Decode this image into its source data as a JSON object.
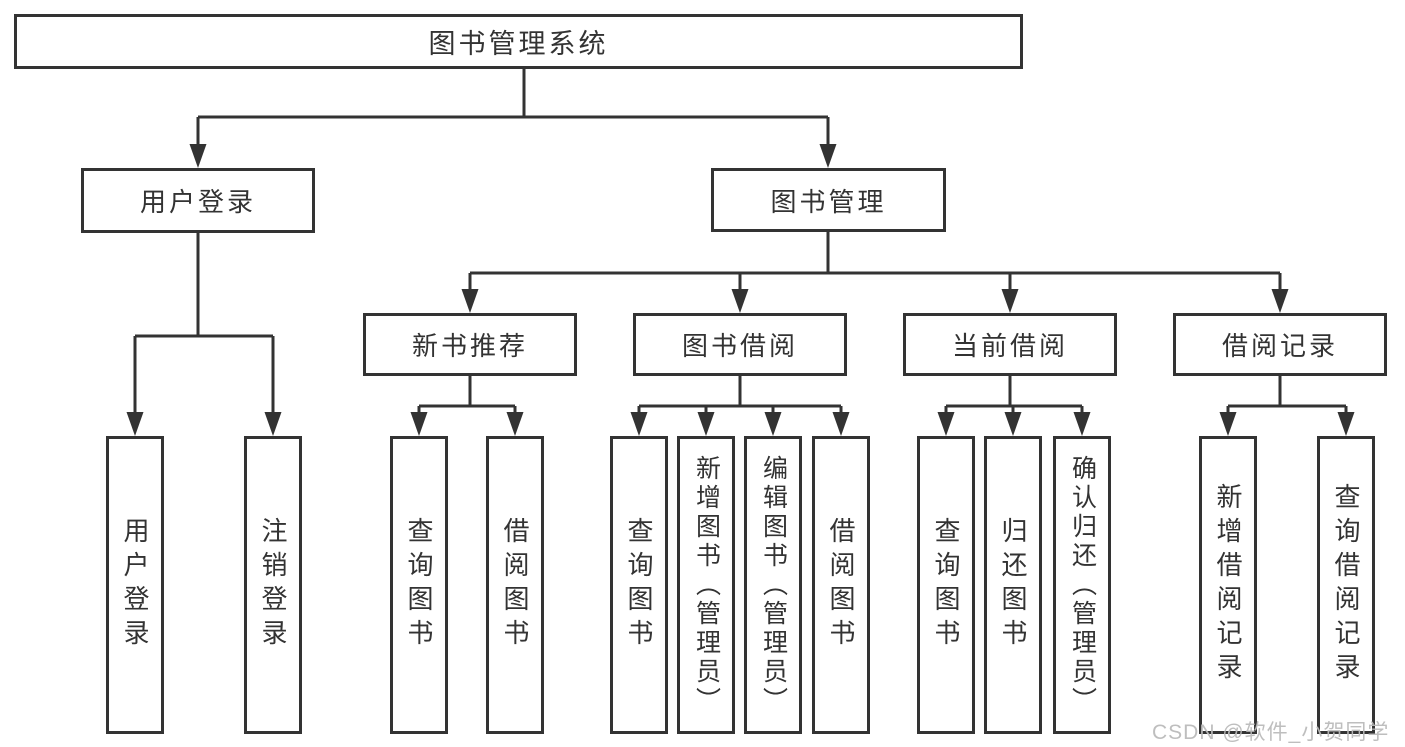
{
  "diagram": {
    "root": {
      "label": "图书管理系统"
    },
    "branches": [
      {
        "label": "用户登录",
        "children": [
          {
            "label": "用户登录"
          },
          {
            "label": "注销登录"
          }
        ]
      },
      {
        "label": "图书管理",
        "children": [
          {
            "label": "新书推荐",
            "children": [
              {
                "label": "查询图书"
              },
              {
                "label": "借阅图书"
              }
            ]
          },
          {
            "label": "图书借阅",
            "children": [
              {
                "label": "查询图书"
              },
              {
                "label": "新增图书（管理员）"
              },
              {
                "label": "编辑图书（管理员）"
              },
              {
                "label": "借阅图书"
              }
            ]
          },
          {
            "label": "当前借阅",
            "children": [
              {
                "label": "查询图书"
              },
              {
                "label": "归还图书"
              },
              {
                "label": "确认归还（管理员）"
              }
            ]
          },
          {
            "label": "借阅记录",
            "children": [
              {
                "label": "新增借阅记录"
              },
              {
                "label": "查询借阅记录"
              }
            ]
          }
        ]
      }
    ],
    "watermark": "CSDN @软件_小贺同学",
    "colors": {
      "line": "#333333",
      "text": "#333333",
      "box_background": "#ffffff",
      "page_background": "#ffffff",
      "watermark": "#bbbbbb"
    }
  }
}
